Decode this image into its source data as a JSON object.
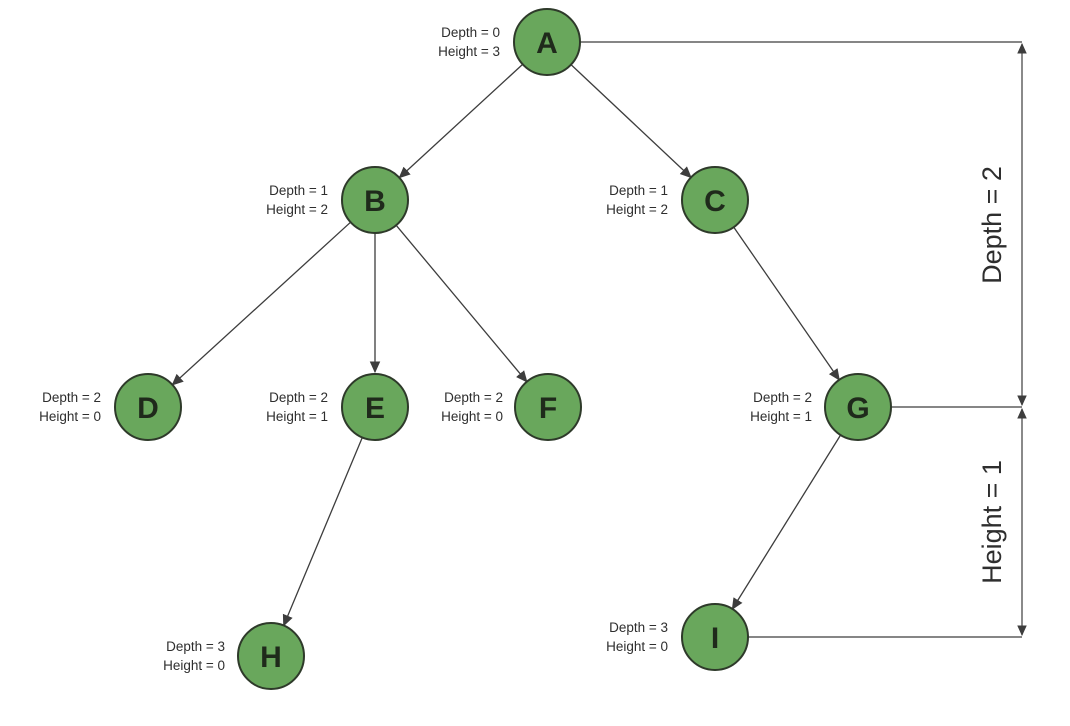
{
  "diagram": {
    "type": "tree",
    "nodes": [
      {
        "id": "A",
        "label": "A",
        "depth": 0,
        "height": 3,
        "annotation": [
          "Depth = 0",
          "Height = 3"
        ]
      },
      {
        "id": "B",
        "label": "B",
        "depth": 1,
        "height": 2,
        "annotation": [
          "Depth = 1",
          "Height = 2"
        ]
      },
      {
        "id": "C",
        "label": "C",
        "depth": 1,
        "height": 2,
        "annotation": [
          "Depth = 1",
          "Height = 2"
        ]
      },
      {
        "id": "D",
        "label": "D",
        "depth": 2,
        "height": 0,
        "annotation": [
          "Depth = 2",
          "Height = 0"
        ]
      },
      {
        "id": "E",
        "label": "E",
        "depth": 2,
        "height": 1,
        "annotation": [
          "Depth = 2",
          "Height = 1"
        ]
      },
      {
        "id": "F",
        "label": "F",
        "depth": 2,
        "height": 0,
        "annotation": [
          "Depth = 2",
          "Height = 0"
        ]
      },
      {
        "id": "G",
        "label": "G",
        "depth": 2,
        "height": 1,
        "annotation": [
          "Depth = 2",
          "Height = 1"
        ]
      },
      {
        "id": "H",
        "label": "H",
        "depth": 3,
        "height": 0,
        "annotation": [
          "Depth = 3",
          "Height = 0"
        ]
      },
      {
        "id": "I",
        "label": "I",
        "depth": 3,
        "height": 0,
        "annotation": [
          "Depth = 3",
          "Height = 0"
        ]
      }
    ],
    "edges": [
      {
        "from": "A",
        "to": "B"
      },
      {
        "from": "A",
        "to": "C"
      },
      {
        "from": "B",
        "to": "D"
      },
      {
        "from": "B",
        "to": "E"
      },
      {
        "from": "B",
        "to": "F"
      },
      {
        "from": "C",
        "to": "G"
      },
      {
        "from": "E",
        "to": "H"
      },
      {
        "from": "G",
        "to": "I"
      }
    ],
    "dimension_brackets": [
      {
        "label": "Depth = 2",
        "from_node": "A",
        "to_node": "G"
      },
      {
        "label": "Height = 1",
        "from_node": "G",
        "to_node": "I"
      }
    ],
    "colors": {
      "node_fill": "#69a75c",
      "node_border": "#2e3a2a",
      "edge_line": "#3d3d3d",
      "text": "#2e2e2e",
      "background": "#ffffff"
    }
  }
}
